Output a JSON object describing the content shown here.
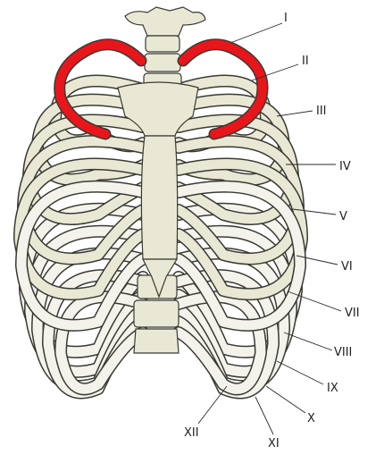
{
  "colors": {
    "bone": "#e9e8d4",
    "cartilage": "#f3f3ec",
    "outline": "#3a3a34",
    "highlighted_rib": "#e8161b",
    "background": "#ffffff"
  },
  "highlighted_rib": "I",
  "labels": {
    "l1": "I",
    "l2": "II",
    "l3": "III",
    "l4": "IV",
    "l5": "V",
    "l6": "VI",
    "l7": "VII",
    "l8": "VIII",
    "l9": "IX",
    "l10": "X",
    "l11": "XI",
    "l12": "XII"
  }
}
